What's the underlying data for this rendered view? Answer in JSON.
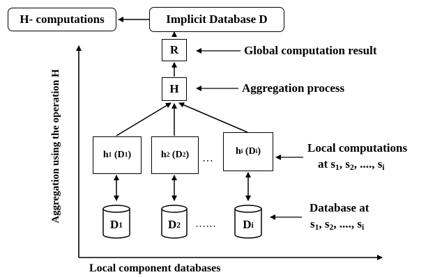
{
  "top": {
    "h_computations": "H- computations",
    "implicit_db": "Implicit Database D"
  },
  "nodes": {
    "result": "R",
    "aggregation": "H"
  },
  "local_computations": [
    {
      "base": "h",
      "sub": "1",
      "arg": "D",
      "argsub": "1"
    },
    {
      "base": "h",
      "sub": "2",
      "arg": "D",
      "argsub": "2"
    },
    {
      "base": "h",
      "sub": "i",
      "arg": "D",
      "argsub": "i"
    }
  ],
  "local_ellipsis": "…",
  "databases": [
    {
      "base": "D",
      "sub": "1"
    },
    {
      "base": "D",
      "sub": "2"
    },
    {
      "base": "D",
      "sub": "i"
    }
  ],
  "db_ellipsis": "……",
  "labels": {
    "global_result": "Global computation result",
    "aggregation_process": "Aggregation process",
    "local_comp_line1": "Local computations",
    "local_comp_line2_prefix": "at",
    "local_comp_sites": [
      {
        "base": "s",
        "sub": "1",
        "sep": ", "
      },
      {
        "base": "s",
        "sub": "2",
        "sep": ", ...., "
      },
      {
        "base": "s",
        "sub": "i",
        "sep": ""
      }
    ],
    "db_at_line1": "Database at",
    "db_sites": [
      {
        "base": "s",
        "sub": "1",
        "sep": ", "
      },
      {
        "base": "s",
        "sub": "2",
        "sep": ", ...., "
      },
      {
        "base": "s",
        "sub": "i",
        "sep": ""
      }
    ]
  },
  "axes": {
    "x_label": "Local component databases",
    "y_label": "Aggregation using the operation H"
  }
}
